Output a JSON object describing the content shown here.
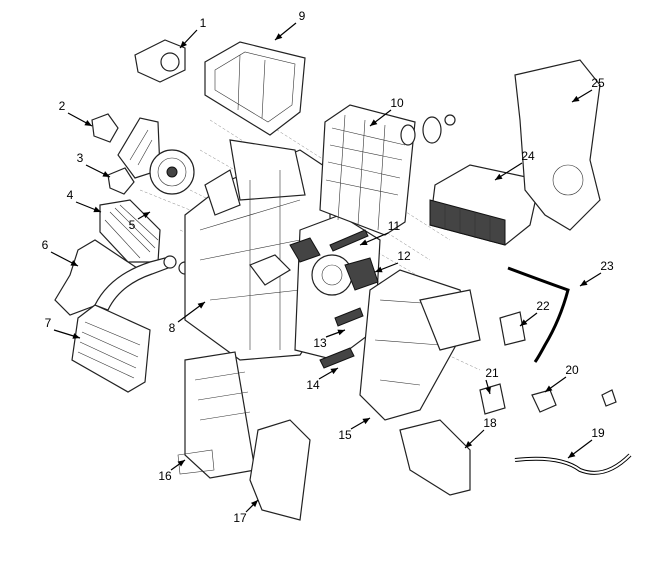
{
  "diagram": {
    "type": "exploded-parts-view",
    "callouts": [
      "1",
      "2",
      "3",
      "4",
      "5",
      "6",
      "7",
      "8",
      "9",
      "10",
      "11",
      "12",
      "13",
      "14",
      "15",
      "16",
      "17",
      "18",
      "19",
      "20",
      "21",
      "22",
      "23",
      "24",
      "25"
    ]
  }
}
